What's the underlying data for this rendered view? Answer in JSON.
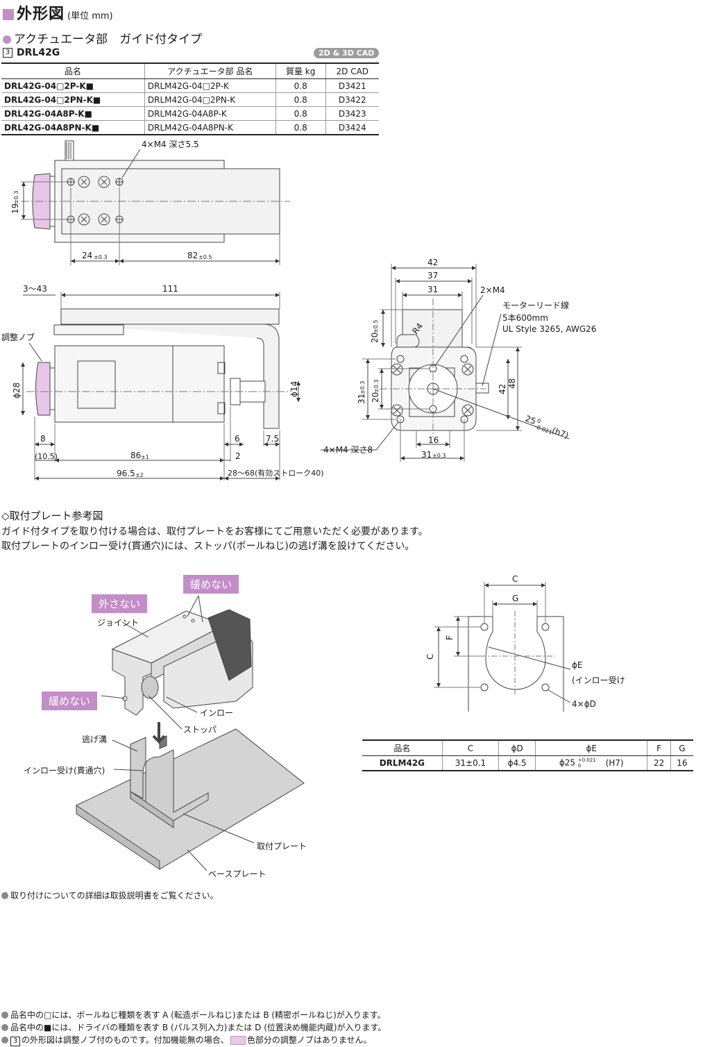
{
  "header": {
    "title": "外形図",
    "unit": "(単位 mm)",
    "section": "アクチュエータ部　ガイド付タイプ",
    "model_index": "3",
    "model": "DRL42G",
    "cad_badge": "2D & 3D CAD"
  },
  "spec_table": {
    "headers": [
      "品名",
      "アクチュエータ部 品名",
      "質量 kg",
      "2D CAD"
    ],
    "rows": [
      {
        "name": "DRL42G-04□2P-K■",
        "actuator": "DRLM42G-04□2P-K",
        "mass": "0.8",
        "cad": "D3421"
      },
      {
        "name": "DRL42G-04□2PN-K■",
        "actuator": "DRLM42G-04□2PN-K",
        "mass": "0.8",
        "cad": "D3422"
      },
      {
        "name": "DRL42G-04A8P-K■",
        "actuator": "DRLM42G-04A8P-K",
        "mass": "0.8",
        "cad": "D3423"
      },
      {
        "name": "DRL42G-04A8PN-K■",
        "actuator": "DRLM42G-04A8PN-K",
        "mass": "0.8",
        "cad": "D3424"
      }
    ]
  },
  "top_view": {
    "tap_label": "4×M4 深さ5.5",
    "dim_19": "19",
    "dim_19_tol": "±0.3",
    "dim_24": "24",
    "dim_24_tol": "±0.3",
    "dim_82": "82",
    "dim_82_tol": "±0.5"
  },
  "side_view": {
    "dim_3_43": "3～43",
    "dim_111": "111",
    "knob_label": "調整ノブ",
    "dim_phi28": "ϕ28",
    "dim_phi14": "ϕ14",
    "dim_8": "8",
    "dim_6": "6",
    "dim_7_5": "7.5",
    "dim_10_5": "(10.5)",
    "dim_86": "86",
    "dim_86_tol": "±1",
    "dim_2": "2",
    "dim_96_5": "96.5",
    "dim_96_5_tol": "±2",
    "dim_stroke": "28～68(有効ストローク40)"
  },
  "end_view": {
    "dim_42": "42",
    "dim_37": "37",
    "dim_31": "31",
    "tap_2m4": "2×M4",
    "lead_title": "モーターリード線",
    "lead_line1": "5本600mm",
    "lead_line2": "UL Style 3265, AWG26",
    "dim_20": "20",
    "dim_20_tol": "±0.5",
    "r4": "R4",
    "dim_31v": "31",
    "dim_31v_tol": "±0.3",
    "dim_20v": "20",
    "dim_20v_tol": "±0.3",
    "dim_42v": "42",
    "dim_48": "48",
    "dim_25": "25",
    "dim_25_tol": "-0.021",
    "dim_25_tol0": "0",
    "dim_25_h7": "(h7)",
    "tap_4m4": "4×M4 深さ8",
    "dim_16": "16",
    "dim_31b": "31",
    "dim_31b_tol": "±0.3"
  },
  "plate_section": {
    "heading": "◇取付プレート参考図",
    "line1": "ガイド付タイプを取り付ける場合は、取付プレートをお客様にてご用意いただく必要があります。",
    "line2": "取付プレートのインロー受け(貫通穴)には、ストッパ(ボールねじ)の逃げ溝を設けてください。"
  },
  "illustration": {
    "callout_loosen_top": "緩めない",
    "callout_remove": "外さない",
    "callout_loosen_left": "緩めない",
    "joint": "ジョイント",
    "inro": "インロー",
    "stopper": "ストッパ",
    "relief": "逃げ溝",
    "inro_recv": "インロー受け(貫通穴)",
    "mount_plate": "取付プレート",
    "base_plate": "ベースプレート"
  },
  "plate_drawing": {
    "c_top": "C",
    "g": "G",
    "f": "F",
    "c_left": "C",
    "phi_e": "ϕE",
    "inro_recv": "(インロー受け)",
    "holes": "4×ϕD"
  },
  "plate_table": {
    "headers": [
      "品名",
      "C",
      "ϕD",
      "ϕE",
      "F",
      "G"
    ],
    "row": {
      "name": "DRLM42G",
      "c": "31±0.1",
      "d": "ϕ4.5",
      "e": "ϕ25",
      "e_tol": "+0.021",
      "e_tol0": "0",
      "e_fit": "(H7)",
      "f": "22",
      "g": "16"
    }
  },
  "notes": {
    "detail": "取り付けについての詳細は取扱説明書をご覧ください。",
    "foot1": "品名中の□には、ボールねじ種類を表す A (転造ボールねじ)または B (精密ボールねじ)が入ります。",
    "foot2": "品名中の■には、ドライバの種類を表す B (パルス列入力)または D (位置決め機能内蔵)が入ります。",
    "foot3_a": "3",
    "foot3_b": "の外形図は調整ノブ付のものです。付加機能無の場合、",
    "foot3_c": "色部分の調整ノブはありません。"
  },
  "colors": {
    "accent": "#c38ec8",
    "knob": "#e8c6e8",
    "body": "#f2f2f2",
    "plate": "#dcdcdc"
  }
}
